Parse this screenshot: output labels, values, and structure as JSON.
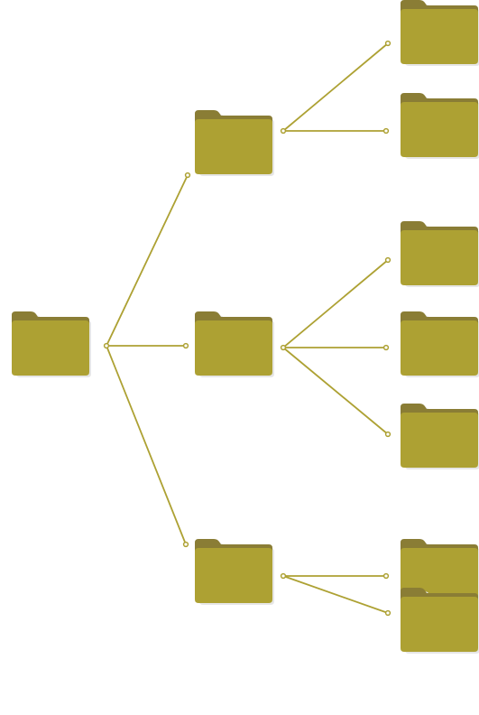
{
  "diagram": {
    "type": "folder-tree",
    "colors": {
      "folder_front": "#ADA133",
      "folder_back": "#8A7D35",
      "connector": "#ADA133",
      "shadow": "#e6e6e6"
    },
    "nodes": [
      {
        "id": "root",
        "icon": "folder-icon",
        "parent": null
      },
      {
        "id": "branch-1",
        "icon": "folder-icon",
        "parent": "root"
      },
      {
        "id": "branch-2",
        "icon": "folder-icon",
        "parent": "root"
      },
      {
        "id": "branch-3",
        "icon": "folder-icon",
        "parent": "root"
      },
      {
        "id": "leaf-1-1",
        "icon": "folder-icon",
        "parent": "branch-1"
      },
      {
        "id": "leaf-1-2",
        "icon": "folder-icon",
        "parent": "branch-1"
      },
      {
        "id": "leaf-2-1",
        "icon": "folder-icon",
        "parent": "branch-2"
      },
      {
        "id": "leaf-2-2",
        "icon": "folder-icon",
        "parent": "branch-2"
      },
      {
        "id": "leaf-2-3",
        "icon": "folder-icon",
        "parent": "branch-2"
      },
      {
        "id": "leaf-3-1",
        "icon": "folder-icon",
        "parent": "branch-3"
      },
      {
        "id": "leaf-3-2",
        "icon": "folder-icon",
        "parent": "branch-3"
      }
    ]
  }
}
